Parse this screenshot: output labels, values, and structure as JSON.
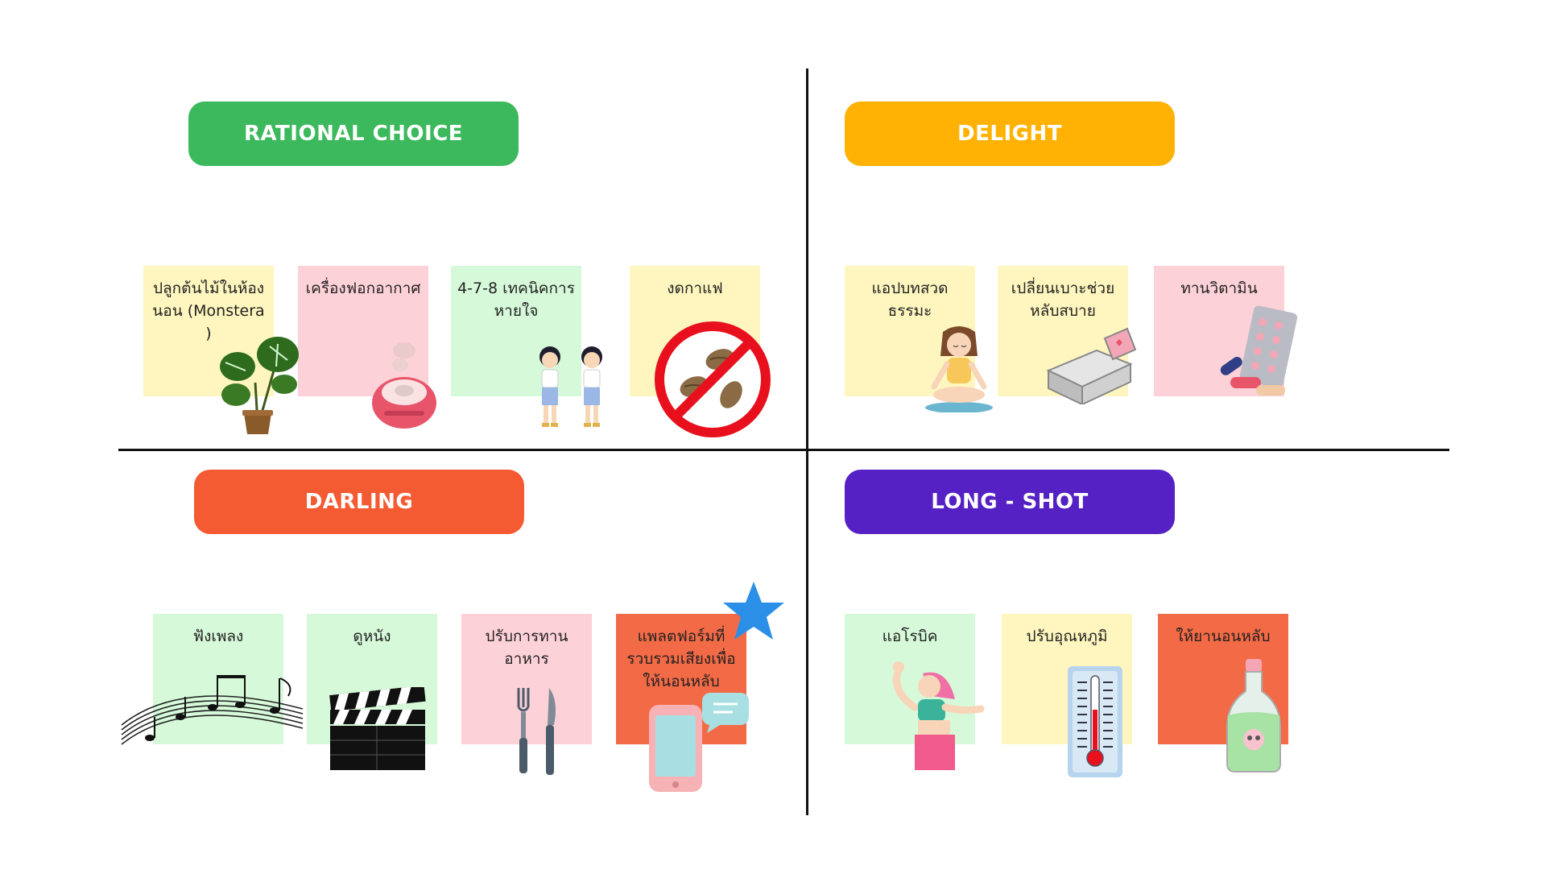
{
  "colors": {
    "rational": "#3bb95c",
    "delight": "#ffb204",
    "darling": "#f45b33",
    "longshot": "#5521c5",
    "yellow_note": "#fef6be",
    "pink_note": "#fdd1d8",
    "green_note": "#d6fad9",
    "orange_note": "#f36a46"
  },
  "quadrants": {
    "rational": {
      "title": "RATIONAL CHOICE",
      "notes": [
        {
          "text": "ปลูกต้นไม้ในห้องนอน (Monstera )",
          "icon": "monstera-plant-icon"
        },
        {
          "text": "เครื่องฟอกอากาศ",
          "icon": "air-purifier-icon"
        },
        {
          "text": "4-7-8 เทคนิคการหายใจ",
          "icon": "breathing-kids-icon"
        },
        {
          "text": "งดกาแฟ",
          "icon": "no-coffee-icon"
        }
      ]
    },
    "delight": {
      "title": "DELIGHT",
      "notes": [
        {
          "text": "แอปบทสวดธรรมะ",
          "icon": "meditation-girl-icon"
        },
        {
          "text": "เปลี่ยนเบาะช่วยหลับสบาย",
          "icon": "bed-icon"
        },
        {
          "text": "ทานวิตามิน",
          "icon": "vitamin-pills-icon"
        }
      ]
    },
    "darling": {
      "title": "DARLING",
      "notes": [
        {
          "text": "ฟังเพลง",
          "icon": "music-notes-icon"
        },
        {
          "text": "ดูหนัง",
          "icon": "clapperboard-icon"
        },
        {
          "text": "ปรับการทานอาหาร",
          "icon": "fork-knife-icon"
        },
        {
          "text": "แพลตฟอร์มที่รวบรวมเสียงเพื่อให้นอนหลับ",
          "icon": "phone-chat-icon"
        }
      ]
    },
    "longshot": {
      "title": "LONG - SHOT",
      "notes": [
        {
          "text": "แอโรบิค",
          "icon": "aerobic-dancer-icon"
        },
        {
          "text": "ปรับอุณหภูมิ",
          "icon": "thermometer-icon"
        },
        {
          "text": "ให้ยานอนหลับ",
          "icon": "poison-bottle-icon"
        }
      ]
    }
  }
}
